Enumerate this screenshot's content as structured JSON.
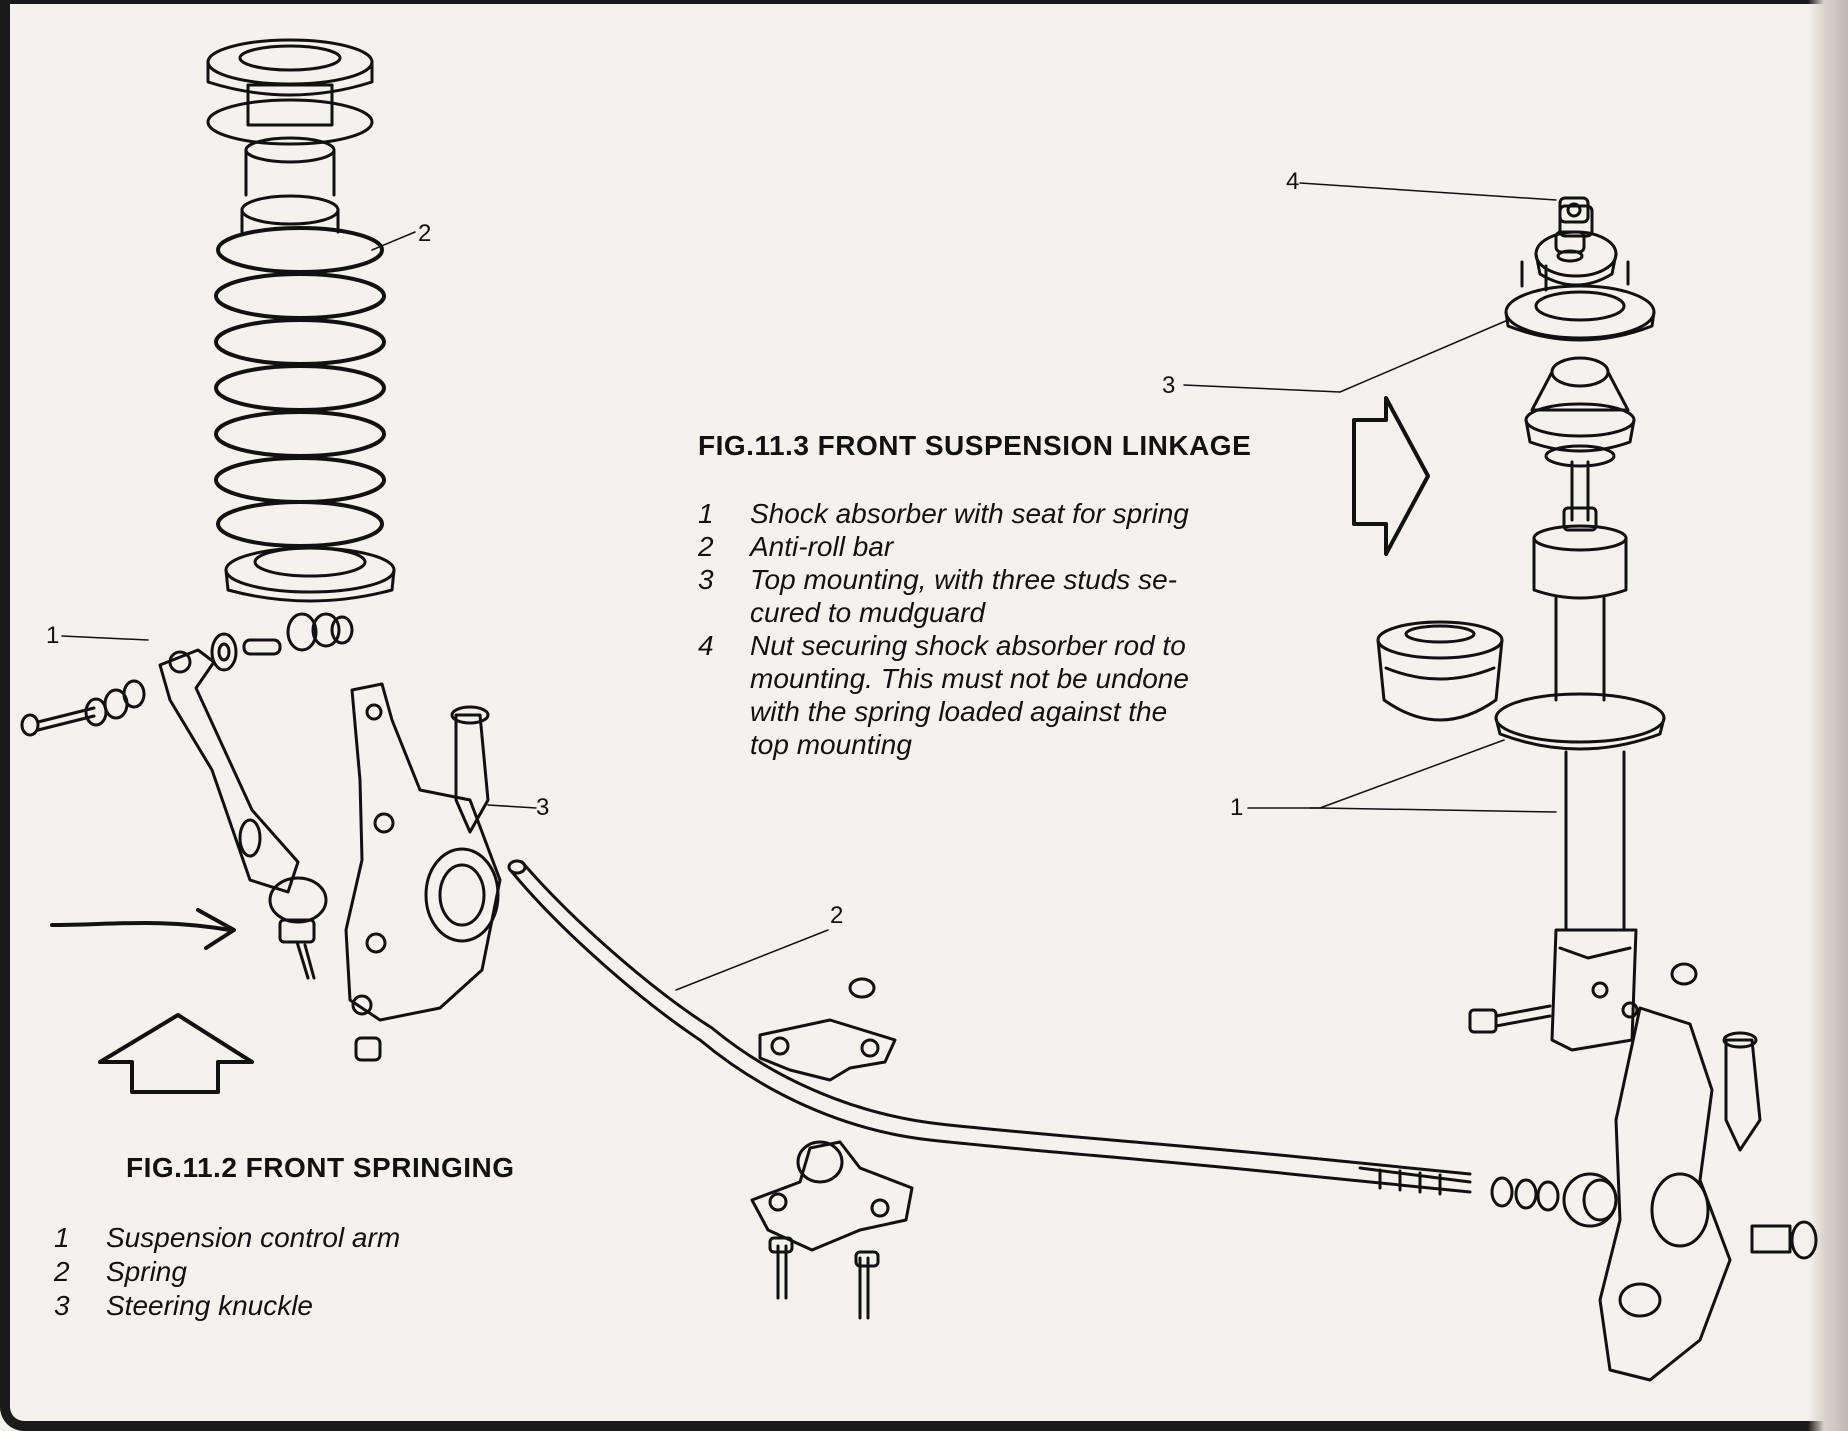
{
  "fig_11_3": {
    "title": "FIG.11.3 FRONT SUSPENSION LINKAGE",
    "items": [
      {
        "num": "1",
        "text": "Shock absorber with seat for spring"
      },
      {
        "num": "2",
        "text": "Anti-roll bar"
      },
      {
        "num": "3",
        "text": "Top mounting, with three studs se-\ncured to mudguard"
      },
      {
        "num": "4",
        "text": "Nut securing shock absorber rod to\nmounting. This must not be undone\nwith the spring loaded against the\ntop mounting"
      }
    ],
    "callouts": {
      "c1": "1",
      "c2": "2",
      "c3": "3",
      "c4": "4"
    }
  },
  "fig_11_2": {
    "title": "FIG.11.2 FRONT SPRINGING",
    "items": [
      {
        "num": "1",
        "text": "Suspension control arm"
      },
      {
        "num": "2",
        "text": "Spring"
      },
      {
        "num": "3",
        "text": "Steering knuckle"
      }
    ],
    "callouts": {
      "c1": "1",
      "c2": "2",
      "c3": "3"
    }
  }
}
